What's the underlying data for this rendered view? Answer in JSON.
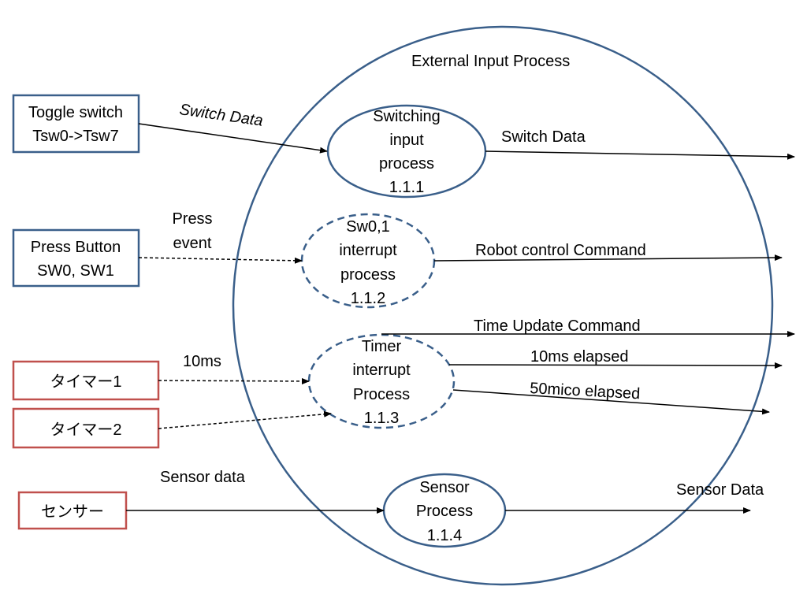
{
  "boundary": {
    "title": "External Input Process"
  },
  "sources": {
    "toggle_switch": {
      "line1": "Toggle switch",
      "line2": "Tsw0->Tsw7"
    },
    "press_button": {
      "line1": "Press Button",
      "line2": "SW0, SW1"
    },
    "timer1": {
      "label": "タイマー1"
    },
    "timer2": {
      "label": "タイマー2"
    },
    "sensor": {
      "label": "センサー"
    }
  },
  "processes": {
    "switching": {
      "line1": "Switching",
      "line2": "input",
      "line3": "process",
      "id": "1.1.1"
    },
    "sw_interrupt": {
      "line1": "Sw0,1",
      "line2": "interrupt",
      "line3": "process",
      "id": "1.1.2"
    },
    "timer_interrupt": {
      "line1": "Timer",
      "line2": "interrupt",
      "line3": "Process",
      "id": "1.1.3"
    },
    "sensor_process": {
      "line1": "Sensor",
      "line2": "Process",
      "id": "1.1.4"
    }
  },
  "flows": {
    "switch_data_in": "Switch Data",
    "press_event_1": "Press",
    "press_event_2": "event",
    "tick_10ms": "10ms",
    "sensor_data_in": "Sensor data",
    "switch_data_out": "Switch Data",
    "robot_command": "Robot   control Command",
    "time_update": "Time  Update Command",
    "elapsed_10ms": "10ms elapsed",
    "elapsed_50": "50mico elapsed",
    "sensor_data_out": "Sensor Data"
  },
  "colors": {
    "process_border": "#3A5F8A",
    "source_border_blue": "#3A5F8A",
    "source_border_red": "#C0504D",
    "arrow": "#000000"
  }
}
